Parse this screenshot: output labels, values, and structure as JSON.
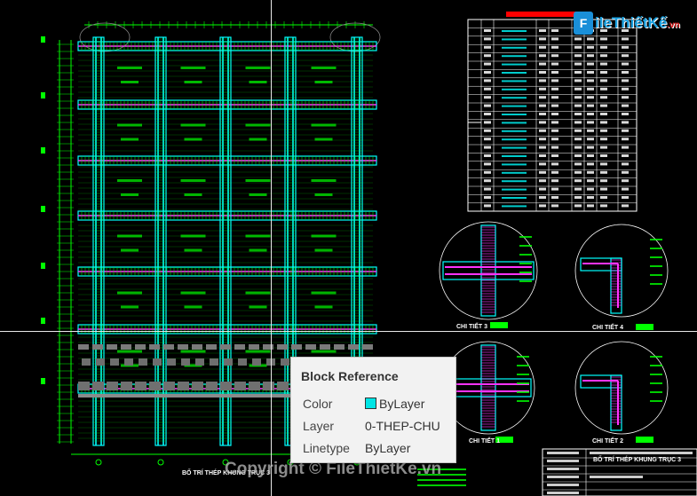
{
  "drawing": {
    "detail_labels": {
      "chi_tiet_3": "CHI TIẾT 3",
      "chi_tiet_4": "CHI TIẾT 4",
      "chi_tiet_1": "CHI TIẾT 1",
      "chi_tiet_2": "CHI TIẾT 2"
    },
    "plan_title": "BỐ TRÍ THÉP KHUNG TRỤC 3",
    "title_block_text": "BỐ TRÍ THÉP KHUNG TRỤC 3"
  },
  "tooltip": {
    "title": "Block Reference",
    "rows": [
      {
        "label": "Color",
        "value": "ByLayer"
      },
      {
        "label": "Layer",
        "value": "0-THEP-CHU"
      },
      {
        "label": "Linetype",
        "value": "ByLayer"
      }
    ],
    "swatch_color": "#00e5e5"
  },
  "watermark": {
    "text": "Copyright © FileThietKe.vn"
  },
  "logo": {
    "badge": "F",
    "text": "ileThiếtKế",
    "suffix": ".vn"
  },
  "colors": {
    "background": "#000000",
    "green": "#00ff00",
    "cyan": "#00ffff",
    "magenta": "#ff33ff",
    "white": "#ffffff",
    "red": "#ff0000"
  }
}
